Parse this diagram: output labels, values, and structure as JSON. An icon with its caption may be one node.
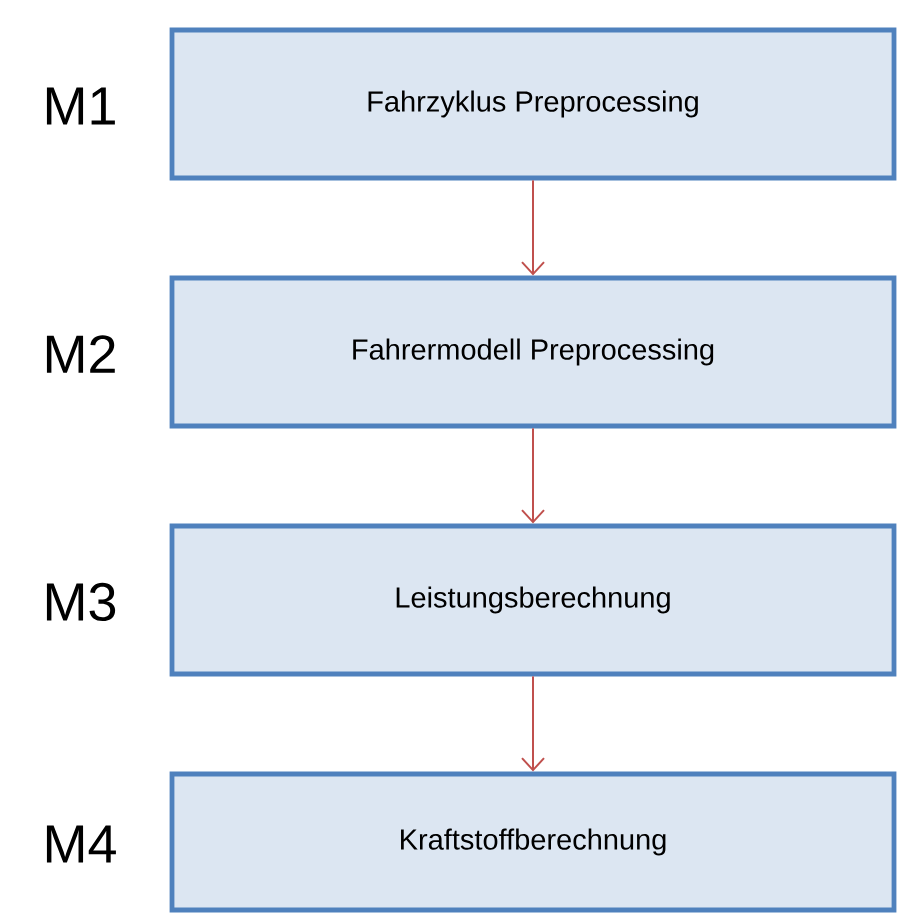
{
  "diagram": {
    "nodes": [
      {
        "text": [
          "Fahrzyklus Preprocessing"
        ],
        "beside": [
          "M1"
        ]
      },
      {
        "text": [
          "Fahrermodell Preprocessing"
        ],
        "beside": [
          "M2"
        ]
      },
      {
        "text": [
          "Leistungsberechnung"
        ],
        "beside": [
          "M3"
        ]
      },
      {
        "text": [
          "Kraftstoffberechnung"
        ],
        "beside": [
          "M4"
        ]
      }
    ],
    "edges": [
      {
        "from": 0,
        "to": 1,
        "arrow": "to"
      },
      {
        "from": 1,
        "to": 2,
        "arrow": "to"
      },
      {
        "from": 2,
        "to": 3,
        "arrow": "to"
      }
    ]
  }
}
